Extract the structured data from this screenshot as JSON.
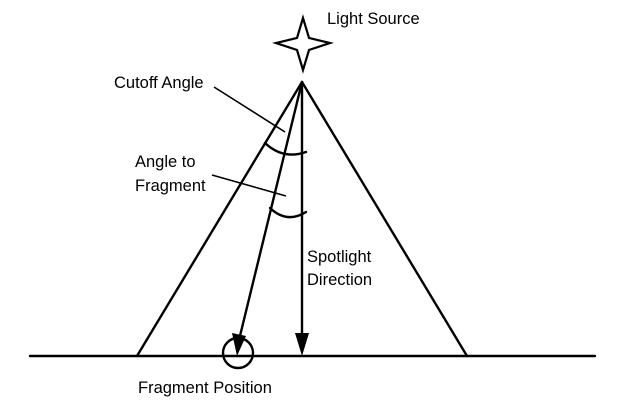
{
  "labels": {
    "light_source": "Light Source",
    "cutoff_angle": "Cutoff Angle",
    "angle_to_fragment_line1": "Angle to",
    "angle_to_fragment_line2": "Fragment",
    "spotlight_direction_line1": "Spotlight",
    "spotlight_direction_line2": "Direction",
    "fragment_position": "Fragment Position"
  },
  "colors": {
    "stroke": "#000000",
    "background": "#ffffff"
  },
  "icons": {
    "light_source": "four-point-star-icon"
  }
}
